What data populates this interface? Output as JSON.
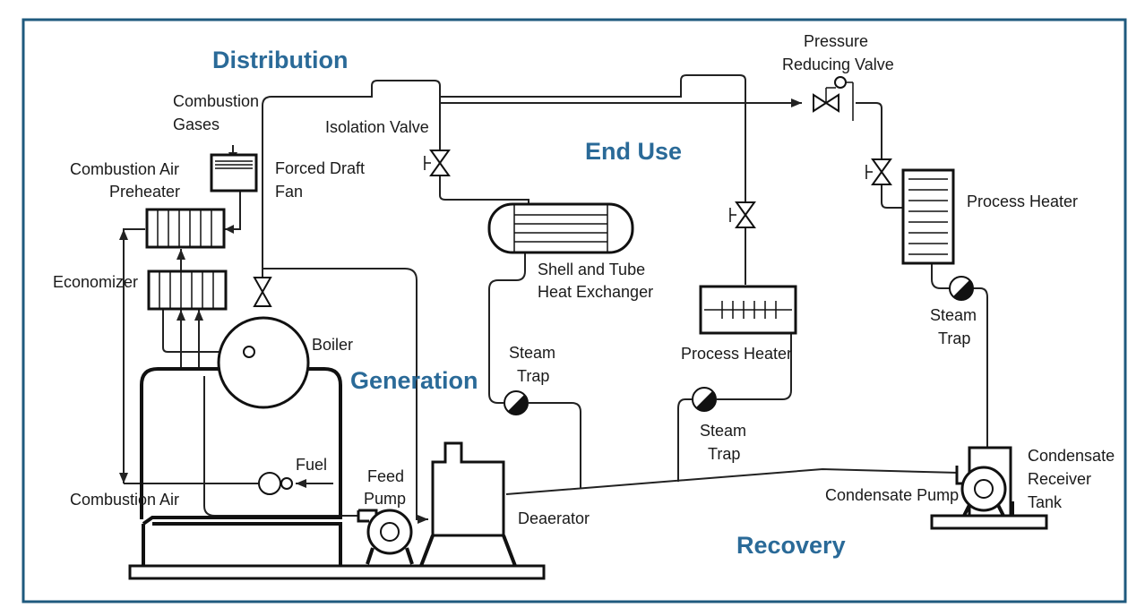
{
  "sections": {
    "distribution": "Distribution",
    "end_use": "End Use",
    "generation": "Generation",
    "recovery": "Recovery"
  },
  "labels": {
    "combustion_gases": [
      "Combustion",
      "Gases"
    ],
    "combustion_air_preheater": [
      "Combustion Air",
      "Preheater"
    ],
    "forced_draft_fan": [
      "Forced Draft",
      "Fan"
    ],
    "economizer": "Economizer",
    "boiler": "Boiler",
    "fuel": "Fuel",
    "combustion_air": "Combustion Air",
    "feed_pump": [
      "Feed",
      "Pump"
    ],
    "deaerator": "Deaerator",
    "isolation_valve": "Isolation Valve",
    "shell_tube": [
      "Shell and Tube",
      "Heat Exchanger"
    ],
    "steam_trap_1": [
      "Steam",
      "Trap"
    ],
    "process_heater_center": "Process Heater",
    "steam_trap_2": [
      "Steam",
      "Trap"
    ],
    "pressure_reducing_valve": [
      "Pressure",
      "Reducing Valve"
    ],
    "process_heater_right": "Process Heater",
    "steam_trap_3": [
      "Steam",
      "Trap"
    ],
    "condensate_receiver_tank": [
      "Condensate",
      "Receiver",
      "Tank"
    ],
    "condensate_pump": "Condensate Pump"
  },
  "colors": {
    "frame": "#1f5a7e",
    "section_heading": "#2a6a98",
    "lines": "#111111"
  }
}
